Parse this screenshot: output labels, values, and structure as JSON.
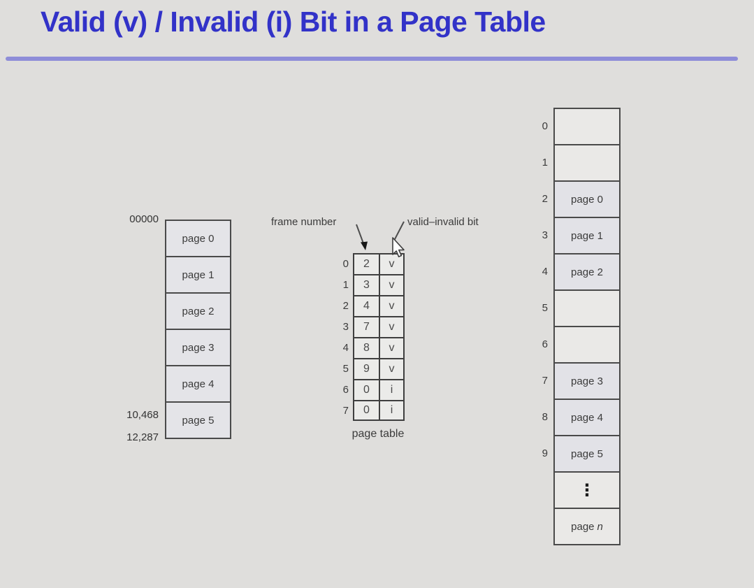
{
  "slide": {
    "title": "Valid (v) / Invalid (i) Bit in a Page Table"
  },
  "colors": {
    "title_blue": "#3232c8",
    "rule_blue": "#8e8dd8",
    "background": "#dfdedc",
    "box_border": "#4a4a4a",
    "filled_cell": "#e2e2e7"
  },
  "logical_memory": {
    "address_top": "00000",
    "address_page5_start": "10,468",
    "address_bottom": "12,287",
    "cells": [
      "page 0",
      "page 1",
      "page 2",
      "page 3",
      "page 4",
      "page 5"
    ]
  },
  "page_table": {
    "pointer_label_frame": "frame number",
    "pointer_label_bit": "valid–invalid bit",
    "caption": "page table",
    "rows": [
      {
        "index": "0",
        "frame": "2",
        "bit": "v"
      },
      {
        "index": "1",
        "frame": "3",
        "bit": "v"
      },
      {
        "index": "2",
        "frame": "4",
        "bit": "v"
      },
      {
        "index": "3",
        "frame": "7",
        "bit": "v"
      },
      {
        "index": "4",
        "frame": "8",
        "bit": "v"
      },
      {
        "index": "5",
        "frame": "9",
        "bit": "v"
      },
      {
        "index": "6",
        "frame": "0",
        "bit": "i"
      },
      {
        "index": "7",
        "frame": "0",
        "bit": "i"
      }
    ]
  },
  "physical_memory": {
    "frames": [
      {
        "index": "0",
        "content": ""
      },
      {
        "index": "1",
        "content": ""
      },
      {
        "index": "2",
        "content": "page 0"
      },
      {
        "index": "3",
        "content": "page 1"
      },
      {
        "index": "4",
        "content": "page 2"
      },
      {
        "index": "5",
        "content": ""
      },
      {
        "index": "6",
        "content": ""
      },
      {
        "index": "7",
        "content": "page 3"
      },
      {
        "index": "8",
        "content": "page 4"
      },
      {
        "index": "9",
        "content": "page 5"
      }
    ],
    "ellipsis": "⋮",
    "page_n_prefix": "page",
    "page_n_symbol": "n"
  },
  "cursor": {
    "icon": "mouse-pointer"
  }
}
